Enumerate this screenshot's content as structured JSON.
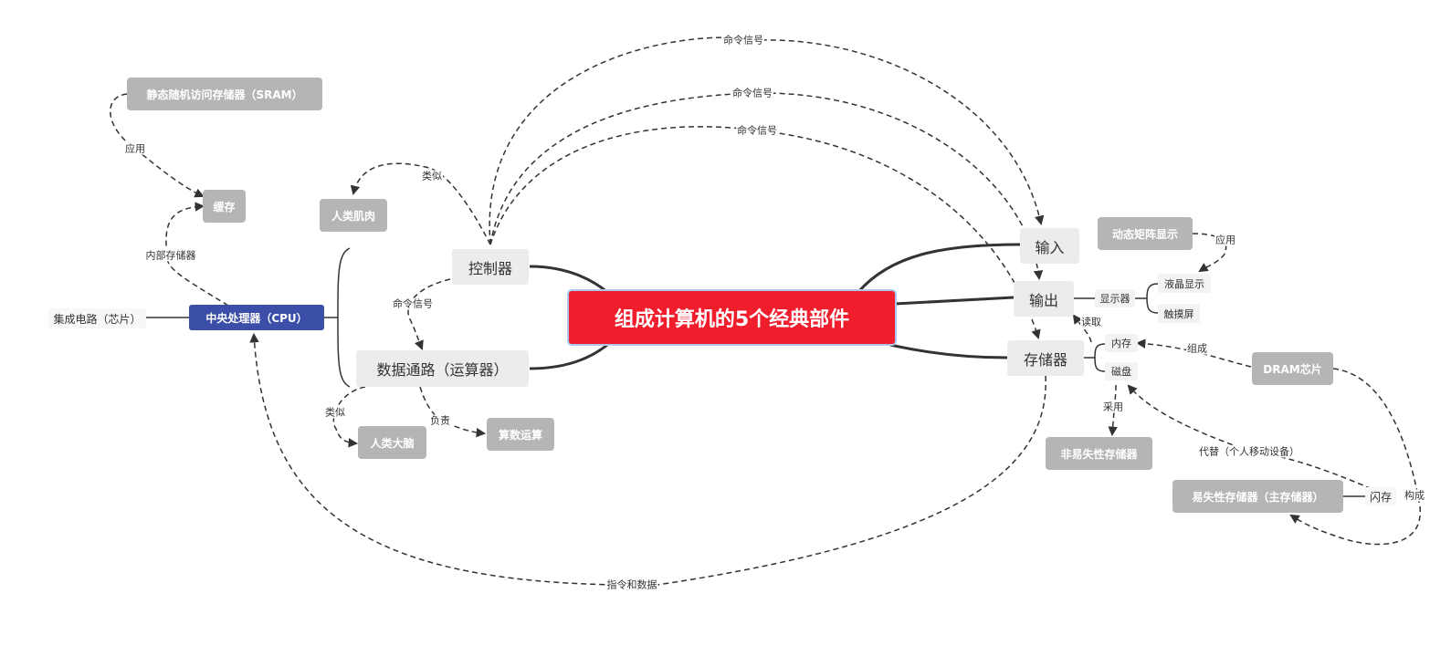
{
  "central": "组成计算机的5个经典部件",
  "branches": {
    "controller": "控制器",
    "datapath": "数据通路（运算器）",
    "input": "输入",
    "output": "输出",
    "memory": "存储器"
  },
  "nodes": {
    "cpu": "中央处理器（CPU）",
    "ic": "集成电路（芯片）",
    "cache": "缓存",
    "sram": "静态随机访问存储器（SRAM）",
    "muscle": "人类肌肉",
    "brain": "人类大脑",
    "arith": "算数运算",
    "display": "显示器",
    "lcd": "液晶显示",
    "touch": "触摸屏",
    "amatrix": "动态矩阵显示",
    "ram": "内存",
    "disk": "磁盘",
    "dram": "DRAM芯片",
    "nonvolatile": "非易失性存储器",
    "volatile": "易失性存储器（主存储器）",
    "flash": "闪存"
  },
  "labels": {
    "cmd1": "命令信号",
    "cmd2": "命令信号",
    "cmd3": "命令信号",
    "cmd4": "命令信号",
    "apply1": "应用",
    "internal": "内部存储器",
    "similar1": "类似",
    "similar2": "类似",
    "responsible": "负责",
    "instr": "指令和数据",
    "read": "读取",
    "apply2": "应用",
    "compose1": "组成",
    "adopt": "采用",
    "replace": "代替（个人移动设备）",
    "compose2": "构成"
  },
  "colors": {
    "central": "#f01e2c",
    "cpu": "#3b4fa8",
    "gray_node": "#b5b5b5",
    "branch_bg": "#ececec",
    "line": "#333333"
  }
}
